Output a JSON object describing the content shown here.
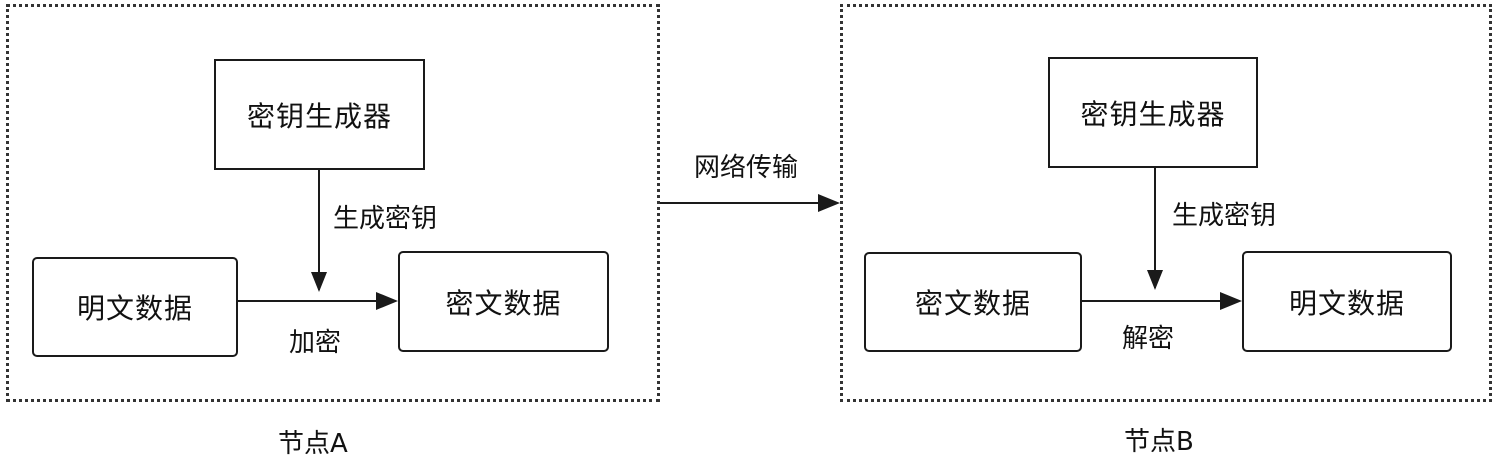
{
  "nodeA": {
    "label": "节点A",
    "keygen": "密钥生成器",
    "gen_key": "生成密钥",
    "input": "明文数据",
    "output": "密文数据",
    "op": "加密"
  },
  "network": "网络传输",
  "nodeB": {
    "label": "节点B",
    "keygen": "密钥生成器",
    "gen_key": "生成密钥",
    "input": "密文数据",
    "output": "明文数据",
    "op": "解密"
  }
}
